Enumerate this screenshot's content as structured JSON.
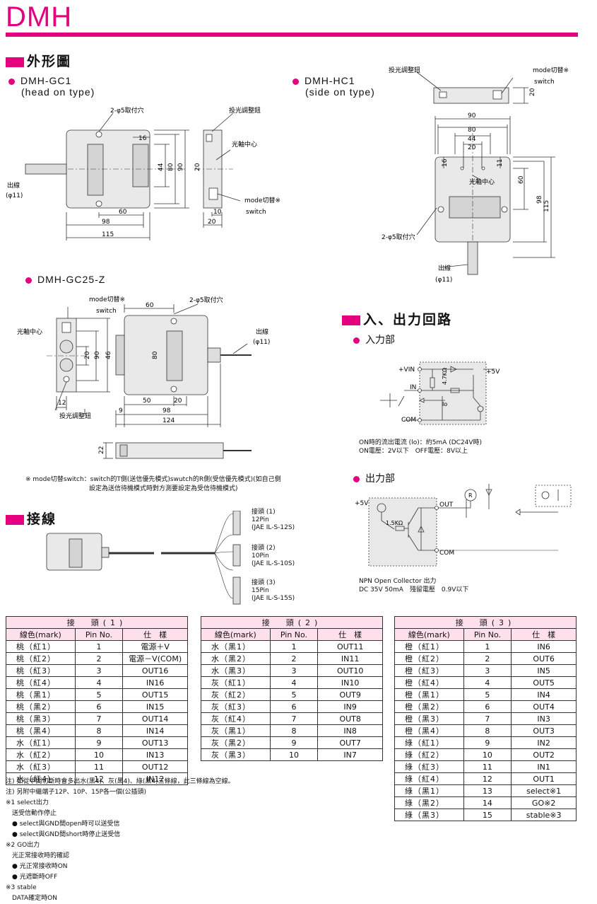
{
  "page": {
    "title": "DMH"
  },
  "sections": {
    "outline": "外形圖",
    "wiring": "接線",
    "io": "入、出力回路"
  },
  "models": {
    "gc1_name": "DMH-GC1",
    "gc1_sub": "(head on type)",
    "hc1_name": "DMH-HC1",
    "hc1_sub": "(side on type)",
    "gc25_name": "DMH-GC25-Z"
  },
  "labels": {
    "mount_hole": "2-φ5取付穴",
    "adjust": "投光調整鈕",
    "axis": "光軸中心",
    "mode_switch": "mode切替※",
    "switch": "switch",
    "cable_out": "出線",
    "cable_dia": "(φ11)"
  },
  "dims": {
    "gc1": {
      "w16": "16",
      "h44": "44",
      "h80": "80",
      "h90": "90",
      "w60": "60",
      "w98": "98",
      "w115": "115",
      "s20a": "20",
      "s10": "10",
      "s20b": "20"
    },
    "hc1": {
      "t20": "20",
      "w90": "90",
      "w80": "80",
      "w44": "44",
      "w20": "20",
      "h16": "16",
      "h11": "11",
      "h60": "60",
      "h98": "98",
      "h115": "115"
    },
    "gc25": {
      "w60": "60",
      "s20": "20",
      "s90": "90",
      "s46": "46",
      "h80": "80",
      "s12": "12",
      "w50": "50",
      "w20": "20",
      "w9": "9",
      "w98": "98",
      "w124": "124",
      "b22": "22"
    }
  },
  "mode_note_1": "※ mode切替switch：switch的T側(送信優先模式)swutch的R側(受信優先模式)(如自己側",
  "mode_note_2": "設定為送信待機模式時對方測要設定為受信待機模式)",
  "connectors": [
    {
      "name": "接頭 (1)",
      "pins": "12Pin",
      "part": "(JAE IL-S-12S)"
    },
    {
      "name": "接頭 (2)",
      "pins": "10Pin",
      "part": "(JAE IL-S-10S)"
    },
    {
      "name": "接頭 (3)",
      "pins": "15Pin",
      "part": "(JAE IL-S-15S)"
    }
  ],
  "input": {
    "title": "入力部",
    "vin": "+VIN",
    "in": "IN",
    "com": "COM",
    "plus5": "+5V",
    "r47": "4.7KΩ",
    "io": "Io",
    "spec1": "ON時的流出電流 (lo)：約5mA (DC24V時)",
    "spec2": "ON電壓：2V以下　OFF電壓：8V以上"
  },
  "output": {
    "title": "出力部",
    "plus5": "+5V",
    "out": "OUT",
    "com": "COM",
    "r15": "1.5KΩ",
    "rload": "R",
    "spec1": "NPN Open Collector 出力",
    "spec2": "DC 35V 50mA　殘留電壓　0.9V以下"
  },
  "tables": [
    {
      "caption": "接　頭(1)",
      "headers": [
        "線色(mark)",
        "Pin No.",
        "仕　樣"
      ],
      "rows": [
        [
          "桃（紅1）",
          "1",
          "電源＋V"
        ],
        [
          "桃（紅2）",
          "2",
          "電源－V(COM)"
        ],
        [
          "桃（紅3）",
          "3",
          "OUT16"
        ],
        [
          "桃（紅4）",
          "4",
          "IN16"
        ],
        [
          "桃（黑1）",
          "5",
          "OUT15"
        ],
        [
          "桃（黑2）",
          "6",
          "IN15"
        ],
        [
          "桃（黑3）",
          "7",
          "OUT14"
        ],
        [
          "桃（黑4）",
          "8",
          "IN14"
        ],
        [
          "水（紅1）",
          "9",
          "OUT13"
        ],
        [
          "水（紅2）",
          "10",
          "IN13"
        ],
        [
          "水（紅3）",
          "11",
          "OUT12"
        ],
        [
          "水（紅4）",
          "12",
          "IN12"
        ]
      ]
    },
    {
      "caption": "接　頭(2)",
      "headers": [
        "線色(mark)",
        "Pin No.",
        "仕　樣"
      ],
      "rows": [
        [
          "水（黑1）",
          "1",
          "OUT11"
        ],
        [
          "水（黑2）",
          "2",
          "IN11"
        ],
        [
          "水（黑3）",
          "3",
          "OUT10"
        ],
        [
          "灰（紅1）",
          "4",
          "IN10"
        ],
        [
          "灰（紅2）",
          "5",
          "OUT9"
        ],
        [
          "灰（紅3）",
          "6",
          "IN9"
        ],
        [
          "灰（紅4）",
          "7",
          "OUT8"
        ],
        [
          "灰（黑1）",
          "8",
          "IN8"
        ],
        [
          "灰（黑2）",
          "9",
          "OUT7"
        ],
        [
          "灰（黑3）",
          "10",
          "IN7"
        ]
      ]
    },
    {
      "caption": "接　頭(3)",
      "headers": [
        "線色(mark)",
        "Pin No.",
        "仕　樣"
      ],
      "rows": [
        [
          "橙（紅1）",
          "1",
          "IN6"
        ],
        [
          "橙（紅2）",
          "2",
          "OUT6"
        ],
        [
          "橙（紅3）",
          "3",
          "IN5"
        ],
        [
          "橙（紅4）",
          "4",
          "OUT5"
        ],
        [
          "橙（黑1）",
          "5",
          "IN4"
        ],
        [
          "橙（黑2）",
          "6",
          "OUT4"
        ],
        [
          "橙（黑3）",
          "7",
          "IN3"
        ],
        [
          "橙（黑4）",
          "8",
          "OUT3"
        ],
        [
          "綠（紅1）",
          "9",
          "IN2"
        ],
        [
          "綠（紅2）",
          "10",
          "OUT2"
        ],
        [
          "綠（紅3）",
          "11",
          "IN1"
        ],
        [
          "綠（紅4）",
          "12",
          "OUT1"
        ],
        [
          "綠（黑1）",
          "13",
          "select※1"
        ],
        [
          "綠（黑2）",
          "14",
          "GO※2"
        ],
        [
          "綠（黑3）",
          "15",
          "stable※3"
        ]
      ]
    }
  ],
  "notes": [
    "注) 如從中間切斷時會多出水(黑4)、灰(黑4)、綠(黑4)三條線，此三條線為空線。",
    "注) 另附中繼端子12P、10P、15P各一個(公插頭)",
    "※1 select出力",
    "　送受信動作停止",
    "　● select與GND間open時可以送受信",
    "　● select與GND間short時停止送受信",
    "※2 GO出力",
    "　光正常接收時的確認",
    "　● 光正常接收時ON",
    "　● 光遮斷時OFF",
    "※3 stable",
    "　DATA確定時ON"
  ]
}
